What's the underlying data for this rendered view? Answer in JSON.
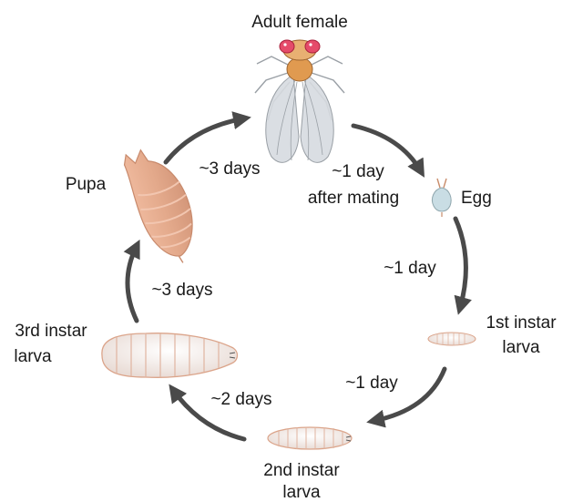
{
  "stages": {
    "adult": "Adult female",
    "egg": "Egg",
    "first_line1": "1st instar",
    "first_line2": "larva",
    "second_line1": "2nd instar",
    "second_line2": "larva",
    "third_line1": "3rd instar",
    "third_line2": "larva",
    "pupa": "Pupa"
  },
  "durations": {
    "adult_to_egg_line1": "~1 day",
    "adult_to_egg_line2": "after mating",
    "egg_to_first": "~1 day",
    "first_to_second": "~1 day",
    "second_to_third": "~2 days",
    "third_to_pupa": "~3 days",
    "pupa_to_adult": "~3 days"
  },
  "colors": {
    "arrow": "#4a4a4a",
    "pupa": "#e3a98b",
    "larva": "#f6f1ee",
    "larva_stroke": "#dba48a",
    "fly_body": "#e09a50",
    "fly_eye": "#e54b6a",
    "wing": "#d7dbe0",
    "egg": "#c9dde4"
  }
}
